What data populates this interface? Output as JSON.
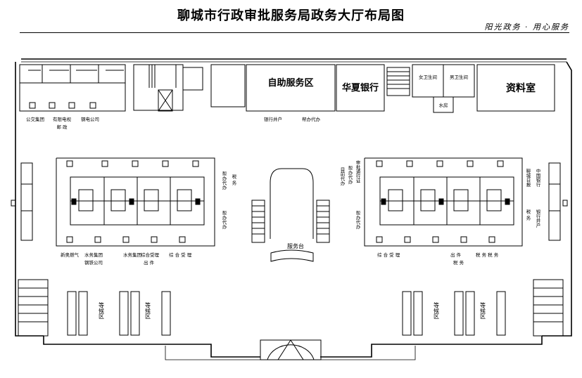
{
  "title": "聊城市行政审批服务局政务大厅布局图",
  "slogan": "阳光政务 · 用心服务",
  "rooms": {
    "self_service": "自助服务区",
    "bank": "华夏银行",
    "female_wc": "女卫生间",
    "male_wc": "男卫生间",
    "water_room": "水房",
    "archive": "资料室",
    "service_desk": "服务台"
  },
  "top_labels": {
    "bus_group": "公交集团",
    "cable_tv": "有限电视",
    "post": "邮 政",
    "steel_pipe": "钢电公司",
    "bank_window": "银行井户",
    "agent_left": "帮办代办"
  },
  "left_block": {
    "agent_top": "帮办代办",
    "tax": "税 务",
    "agent_bottom": "帮办代办",
    "bottom_1": "新奥燃气",
    "bottom_1b": "水务集团",
    "bottom_1c": "钢铁公司",
    "bottom_2": "水务集团",
    "bottom_3": "综合受理",
    "bottom_3b": "出 件",
    "bottom_4": "综 合 受 理"
  },
  "right_block": {
    "audit": "审批通行证",
    "agent_top": "帮办代办",
    "agent_bottom": "帮办代办",
    "small_v": "目前代办",
    "bank_china": "中国银行",
    "liaocheng_daily": "聊城日报",
    "tax": "税 务",
    "bank_counter": "银行井户",
    "bottom_1": "综 合 受 理",
    "bottom_2": "出 件",
    "bottom_2b": "税 务",
    "bottom_3": "税 务 税 务"
  },
  "waiting_area": "等候区"
}
